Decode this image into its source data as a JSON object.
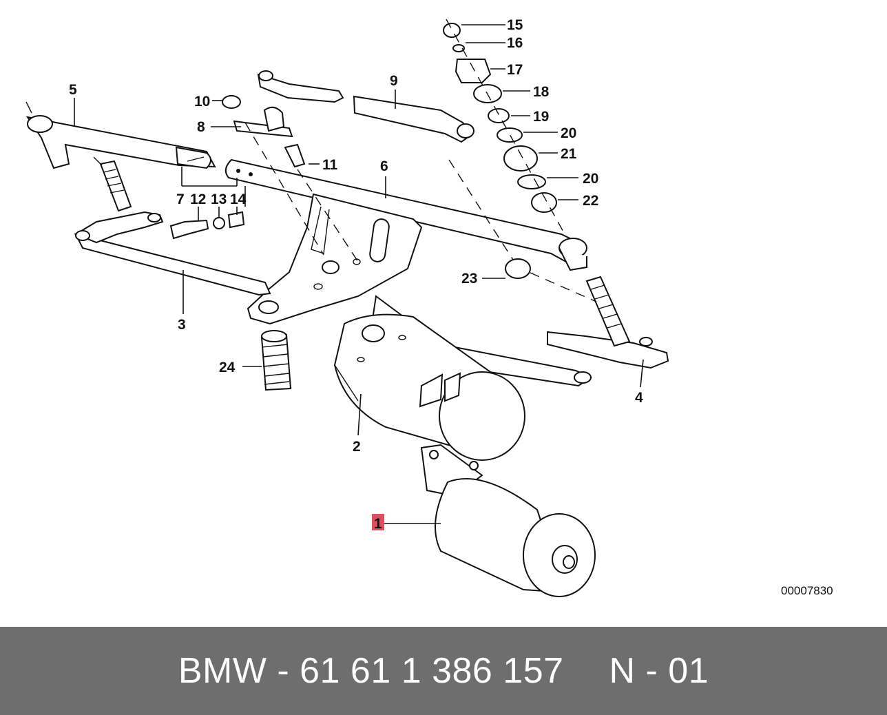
{
  "diagram": {
    "labels": {
      "l1": "1",
      "l2": "2",
      "l3": "3",
      "l4": "4",
      "l5": "5",
      "l6": "6",
      "l7": "7",
      "l8": "8",
      "l9": "9",
      "l10": "10",
      "l11": "11",
      "l12": "12",
      "l13": "13",
      "l14": "14",
      "l15": "15",
      "l16": "16",
      "l17": "17",
      "l18": "18",
      "l19": "19",
      "l20a": "20",
      "l21": "21",
      "l20b": "20",
      "l22": "22",
      "l23": "23",
      "l24": "24"
    },
    "highlighted_label": "1",
    "highlight_color": "#e04f5f",
    "reference_number": "00007830"
  },
  "footer": {
    "part_number": "BMW - 61 61 1 386 157",
    "position": "N - 01",
    "background_color": "#6e6e6e"
  }
}
